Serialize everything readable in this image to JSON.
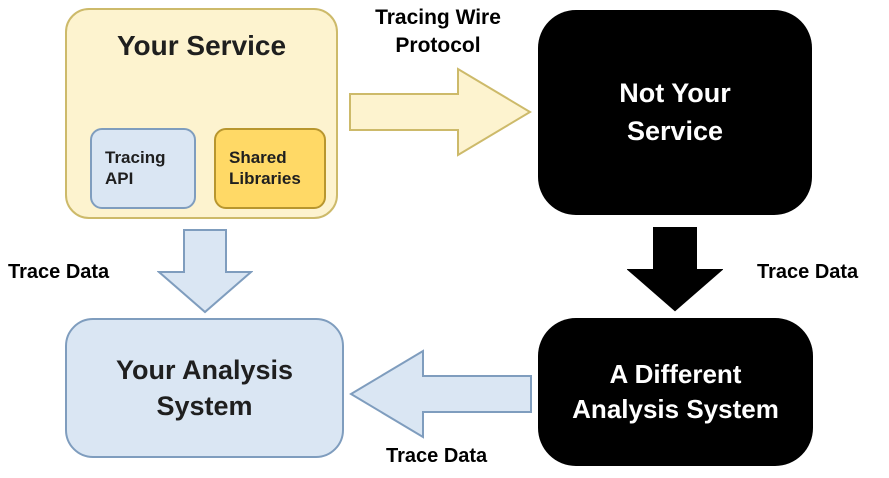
{
  "diagram": {
    "nodes": {
      "your_service": {
        "label": "Your Service"
      },
      "tracing_api": {
        "label": "Tracing API"
      },
      "shared_libraries": {
        "label": "Shared Libraries"
      },
      "not_your_service": {
        "label": "Not Your Service"
      },
      "your_analysis_system": {
        "label": "Your Analysis System"
      },
      "a_different_analysis_system": {
        "label": "A Different Analysis System"
      }
    },
    "edge_labels": {
      "tracing_wire_protocol": "Tracing Wire Protocol",
      "trace_data_left": "Trace Data",
      "trace_data_right": "Trace Data",
      "trace_data_bottom": "Trace Data"
    },
    "colors": {
      "cream_fill": "#FDF3CF",
      "cream_border": "#CDBA6A",
      "blue_fill": "#DAE6F3",
      "blue_border": "#7F9DBE",
      "gold_fill": "#FFD966",
      "gold_border": "#B8962E",
      "black_fill": "#000000",
      "white_text": "#FFFFFF",
      "dark_text": "#1F1F1F"
    }
  }
}
